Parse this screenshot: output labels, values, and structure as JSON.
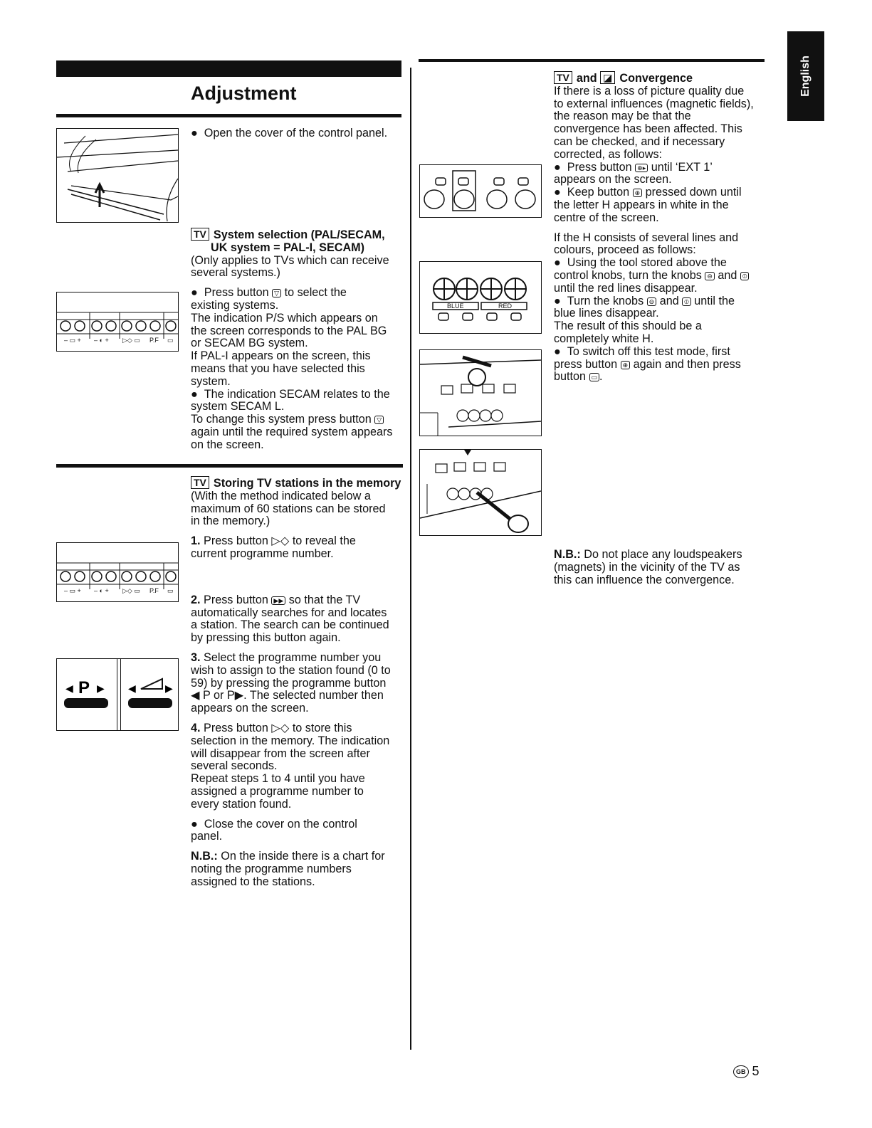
{
  "language_tab": "English",
  "section": {
    "title": "Adjustment",
    "open_cover": "Open the cover of the control panel."
  },
  "system_selection": {
    "icon": "TV",
    "title_line1": "System selection (PAL/SECAM,",
    "title_line2": "UK system = PAL-I, SECAM)",
    "lines": [
      "(Only applies to TVs which can receive",
      "several systems.)"
    ],
    "bullet1_a": "Press button",
    "bullet1_b": "to select the",
    "body1": [
      "existing systems.",
      "The indication P/S which appears on",
      "the screen corresponds to the PAL BG",
      "or SECAM BG system.",
      "If PAL-I appears on the screen, this",
      "means that you have selected this",
      "system."
    ],
    "bullet2": "The indication SECAM relates to the",
    "body2": [
      "system SECAM L."
    ],
    "change_a": "To change this system press button",
    "body3": [
      "again until the required system appears",
      "on the screen."
    ]
  },
  "storing": {
    "icon": "TV",
    "title": "Storing TV stations in the memory",
    "lines": [
      "(With the method indicated below a",
      "maximum of 60 stations can be stored",
      "in the memory.)"
    ],
    "step1_num": "1.",
    "step1_a": "Press button",
    "step1_b": "to reveal the",
    "step1_c": "current programme number.",
    "step2_num": "2.",
    "step2_a": "Press button",
    "step2_b": "so that the TV",
    "step2_lines": [
      "automatically searches for and locates",
      "a station. The search can be continued",
      "by pressing this button again."
    ],
    "step3_num": "3.",
    "step3_lines": [
      "Select the programme number you",
      "wish to assign to the station found (0 to",
      "59) by pressing the programme button"
    ],
    "step3_d": "P or P",
    "step3_e": ". The selected number then",
    "step3_f": "appears on the screen.",
    "step4_num": "4.",
    "step4_a": "Press button",
    "step4_b": "to store this",
    "step4_lines": [
      "selection in the memory. The indication",
      "will disappear from the screen after",
      "several seconds.",
      "Repeat steps 1 to 4 until you have",
      "assigned a programme number to",
      "every station found."
    ],
    "close_bullet": "Close the cover on the control",
    "close_line2": "panel.",
    "nb_label": "N.B.:",
    "nb_text": "On the inside there is a chart for",
    "nb_lines": [
      "noting the programme numbers",
      "assigned to the stations."
    ]
  },
  "convergence": {
    "icon": "TV",
    "title_and": "and",
    "title": "Convergence",
    "intro": [
      "If there is a loss of picture quality due",
      "to external influences (magnetic fields),",
      "the reason may be that the",
      "convergence has been affected. This",
      "can be checked, and if necessary",
      "corrected, as follows:"
    ],
    "b1_a": "Press button",
    "b1_b": "until ‘EXT 1’",
    "b1_c": "appears on the screen.",
    "b2_a": "Keep button",
    "b2_b": "pressed down until",
    "b2_lines": [
      "the letter H appears in white in the",
      "centre of the screen."
    ],
    "h_lines": [
      "If the H consists of several lines and",
      "colours, proceed as follows:"
    ],
    "b3_a": "Using the tool stored above the",
    "b3_b": "control knobs, turn the knobs",
    "b3_c": "and",
    "b3_d": "until the red lines disappear.",
    "b4_a": "Turn the knobs",
    "b4_b": "and",
    "b4_c": "until the",
    "b4_lines": [
      "blue lines disappear.",
      "The result of this should be a",
      "completely white H."
    ],
    "b5_a": "To switch off this test mode, first",
    "b5_b": "press button",
    "b5_c": "again and then press",
    "b5_d": "button",
    "nb_label": "N.B.:",
    "nb_text": "Do not place any loudspeakers",
    "nb_lines": [
      "(magnets) in the vicinity of the TV as",
      "this can influence the convergence."
    ]
  },
  "figures": {
    "blue_label": "BLUE",
    "red_label": "RED",
    "prog_label": "P",
    "pf_label": "P.F"
  },
  "footer": {
    "badge": "GB",
    "page_number": "5"
  },
  "colors": {
    "ink": "#111111",
    "paper": "#ffffff"
  }
}
